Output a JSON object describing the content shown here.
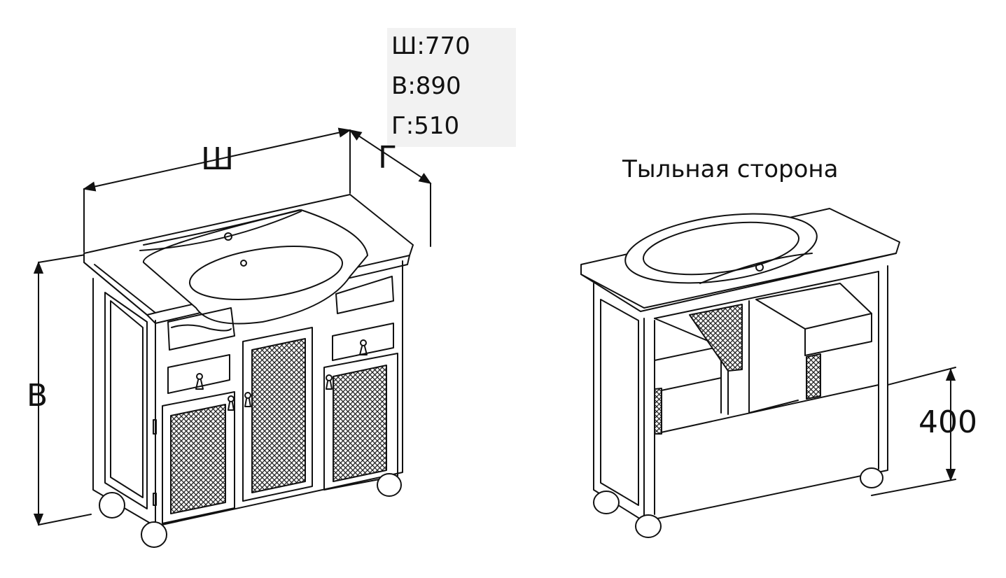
{
  "specs": {
    "width": "Ш:770",
    "height": "В:890",
    "depth": "Г:510"
  },
  "labels": {
    "width_dim": "Ш",
    "depth_dim": "Г",
    "height_dim": "В",
    "back_title": "Тыльная сторона",
    "back_height_dim": "400"
  }
}
